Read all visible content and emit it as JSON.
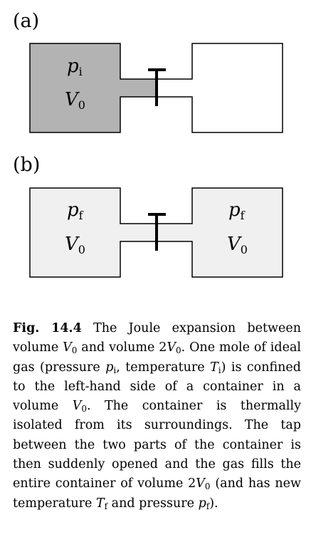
{
  "panel_a": {
    "label": "(a)",
    "left_pressure": {
      "symbol": "p",
      "sub": "i"
    },
    "left_volume": {
      "symbol": "V",
      "sub": "0"
    },
    "left_fill": "#b3b3b3",
    "right_fill": "#ffffff"
  },
  "panel_b": {
    "label": "(b)",
    "left_pressure": {
      "symbol": "p",
      "sub": "f"
    },
    "left_volume": {
      "symbol": "V",
      "sub": "0"
    },
    "right_pressure": {
      "symbol": "p",
      "sub": "f"
    },
    "right_volume": {
      "symbol": "V",
      "sub": "0"
    },
    "fill": "#f0f0f0"
  },
  "caption": {
    "figure_label": "Fig. 14.4",
    "text_1": " The Joule expansion between volume ",
    "v0_1": "V",
    "v0_1_sub": "0",
    "text_2": " and volume 2",
    "v0_2": "V",
    "v0_2_sub": "0",
    "text_3": ". One mole of ideal gas (pressure ",
    "pi": "p",
    "pi_sub": "i",
    "text_4": ", temperature ",
    "ti": "T",
    "ti_sub": "i",
    "text_5": ") is confined to the left-hand side of a container in a volume ",
    "v0_3": "V",
    "v0_3_sub": "0",
    "text_6": ". The container is thermally isolated from its surroundings. The tap between the two parts of the container is then suddenly opened and the gas fills the entire container of volume 2",
    "v0_4": "V",
    "v0_4_sub": "0",
    "text_7": " (and has new temperature ",
    "tf": "T",
    "tf_sub": "f",
    "text_8": " and pressure ",
    "pf": "p",
    "pf_sub": "f",
    "text_9": ")."
  }
}
